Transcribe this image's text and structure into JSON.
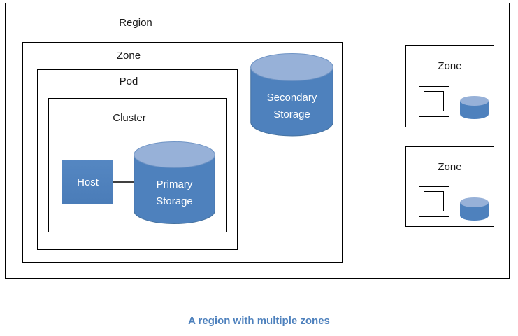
{
  "caption": "A region with multiple zones",
  "region": {
    "label": "Region"
  },
  "zone_main": {
    "label": "Zone"
  },
  "pod": {
    "label": "Pod"
  },
  "cluster": {
    "label": "Cluster"
  },
  "host": {
    "label": "Host"
  },
  "primary_storage": {
    "label_line1": "Primary",
    "label_line2": "Storage"
  },
  "secondary_storage": {
    "label_line1": "Secondary",
    "label_line2": "Storage"
  },
  "small_zones": [
    {
      "label": "Zone"
    },
    {
      "label": "Zone"
    }
  ],
  "colors": {
    "cylinder_body": "#4e81bd",
    "cylinder_top": "#97b1d8",
    "cylinder_edge": "#44719f",
    "host_fill": "#4e81bd",
    "caption_text": "#4e81bd",
    "box_border": "#000000",
    "connector": "#404040",
    "label_text": "#1a1a1a",
    "cylinder_label_text": "#ffffff"
  }
}
